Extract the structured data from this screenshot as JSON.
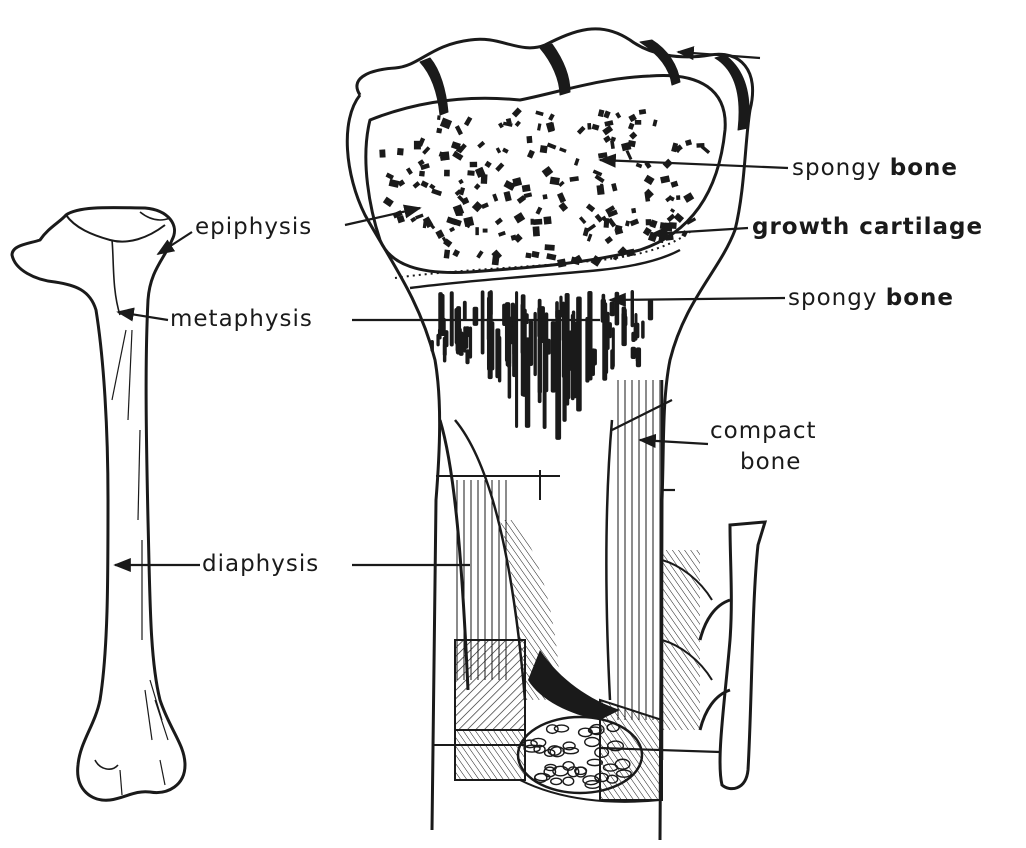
{
  "labels": {
    "epiphysis": "epiphysis",
    "metaphysis": "metaphysis",
    "diaphysis": "diaphysis",
    "spongy_bone_top_a": "spongy",
    "spongy_bone_top_b": "bone",
    "growth_cartilage": "growth cartilage",
    "spongy_bone_mid_a": "spongy",
    "spongy_bone_mid_b": "bone",
    "compact_bone_line1": "compact",
    "compact_bone_line2": "bone"
  },
  "colors": {
    "ink": "#1a1a1a",
    "background": "#ffffff"
  }
}
